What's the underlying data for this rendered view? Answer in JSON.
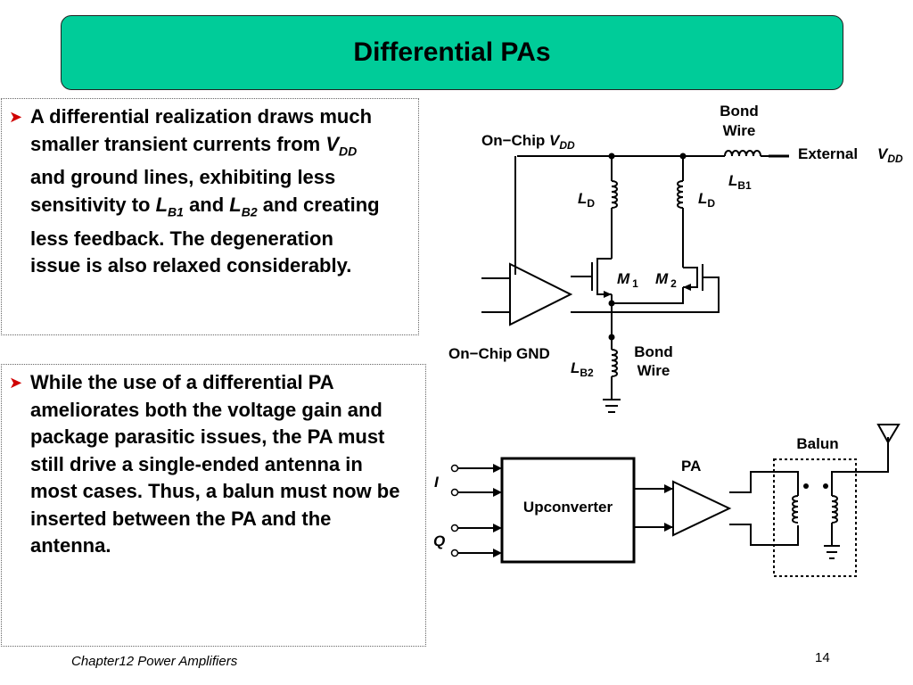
{
  "title": "Differential PAs",
  "bullets": [
    {
      "parts": [
        "A differential realization draws much smaller transient currents from ",
        "V",
        "DD",
        " and ground lines, exhibiting less sensitivity to ",
        "L",
        "B1",
        " and ",
        "L",
        "B2",
        " and creating less feedback. The degeneration issue is also relaxed considerably."
      ]
    },
    {
      "text": "While the use of a differential PA ameliorates both the voltage gain and package parasitic issues, the PA must still drive a single-ended antenna in most cases. Thus, a balun must now be inserted between the PA and the antenna."
    }
  ],
  "circuit1": {
    "on_chip_vdd": "On−Chip ",
    "vdd_v": "V",
    "vdd_sub": "DD",
    "bond_wire_top": [
      "Bond",
      "Wire"
    ],
    "external": "External",
    "ext_vdd_v": "V",
    "ext_vdd_sub": "DD",
    "lb1_l": "L",
    "lb1_sub": "B1",
    "ld_left_l": "L",
    "ld_left_sub": "D",
    "ld_right_l": "L",
    "ld_right_sub": "D",
    "m1_m": "M",
    "m1_sub": "1",
    "m2_m": "M",
    "m2_sub": "2",
    "on_chip_gnd": "On−Chip GND",
    "lb2_l": "L",
    "lb2_sub": "B2",
    "bond_wire_bottom": [
      "Bond",
      "Wire"
    ]
  },
  "circuit2": {
    "i_label": "I",
    "q_label": "Q",
    "upconverter": "Upconverter",
    "pa": "PA",
    "balun": "Balun"
  },
  "footer": {
    "chapter": "Chapter12 Power Amplifiers",
    "page": "14"
  }
}
